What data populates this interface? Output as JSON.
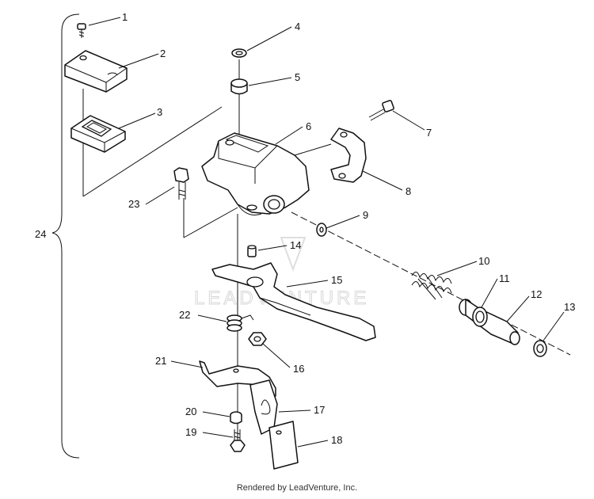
{
  "watermark": "LEADVENTURE",
  "assembly_callout": "24",
  "callouts": [
    "1",
    "2",
    "3",
    "4",
    "5",
    "6",
    "7",
    "8",
    "9",
    "10",
    "11",
    "12",
    "13",
    "14",
    "15",
    "16",
    "17",
    "18",
    "19",
    "20",
    "21",
    "22",
    "23"
  ],
  "footer": "Rendered by LeadVenture, Inc."
}
